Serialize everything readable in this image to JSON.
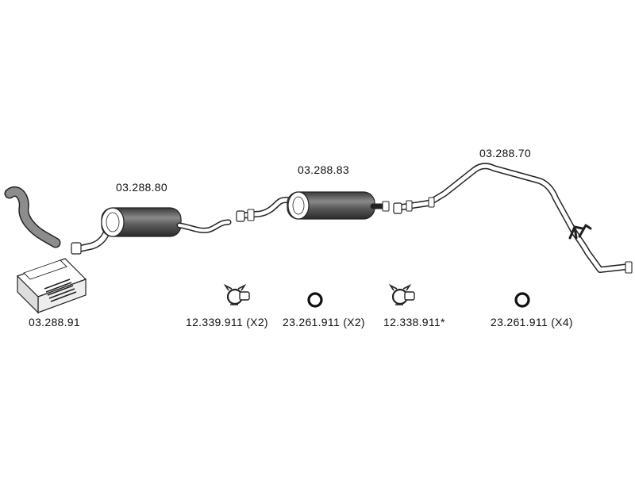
{
  "parts": {
    "front_pipe": {
      "code": "03.288.91"
    },
    "rear_silencer": {
      "code": "03.288.80"
    },
    "centre_silencer": {
      "code": "03.288.83"
    },
    "tail_pipe": {
      "code": "03.288.70"
    }
  },
  "accessories": [
    {
      "code": "12.339.911 (X2)",
      "icon": "clamp-icon"
    },
    {
      "code": "23.261.911 (X2)",
      "icon": "ring-icon"
    },
    {
      "code": "12.338.911*",
      "icon": "clamp-icon"
    },
    {
      "code": "23.261.911 (X4)",
      "icon": "ring-icon"
    }
  ],
  "colors": {
    "line": "#222222",
    "body_dark": "#555555",
    "pipe_grey": "#888888"
  }
}
